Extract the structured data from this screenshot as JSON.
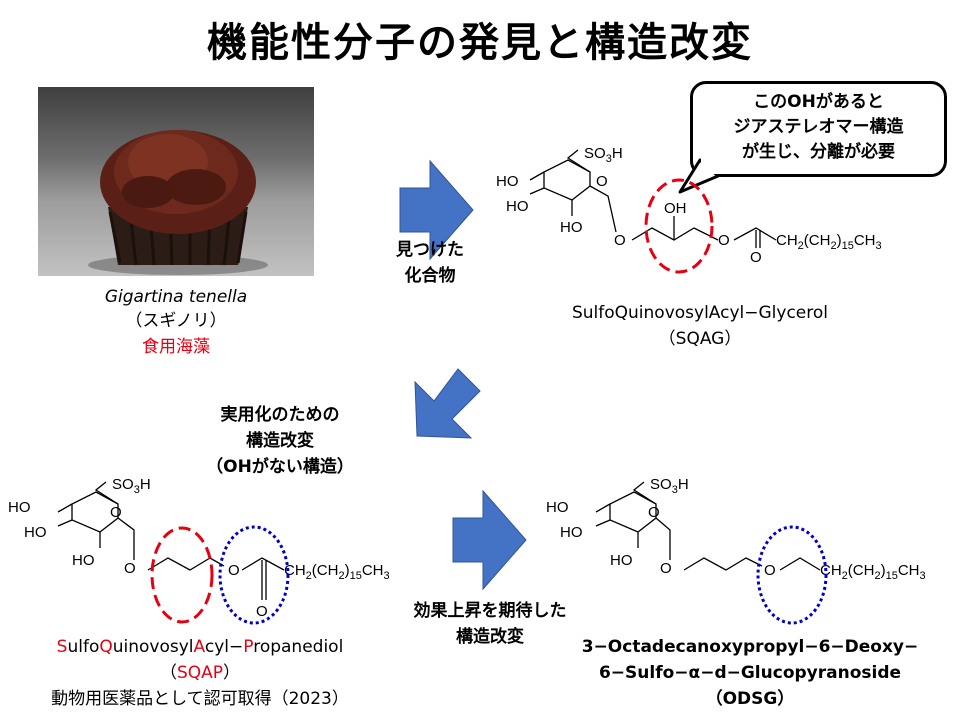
{
  "slide": {
    "title": "機能性分子の発見と構造改変",
    "seaweed": {
      "species": "Gigartina tenella",
      "common": "（スギノリ）",
      "category": "食用海藻"
    },
    "arrow_found": {
      "line1": "見つけた",
      "line2": "化合物"
    },
    "callout": {
      "line1": "このOHがあると",
      "line2": "ジアステレオマー構造",
      "line3": "が生じ、分離が必要"
    },
    "sqag": {
      "name": "SulfoQuinovosylAcyl−Glycerol",
      "abbr": "（SQAG）"
    },
    "modification": {
      "line1": "実用化のための",
      "line2": "構造改変",
      "line3": "（OHがない構造）"
    },
    "sqap": {
      "name_parts": [
        "S",
        "ulfo",
        "Q",
        "uinovosyl",
        "A",
        "cyl−",
        "P",
        "ropanediol"
      ],
      "abbr_open": "（",
      "abbr": "SQAP",
      "abbr_close": "）",
      "note": "動物用医薬品として認可取得（2023）"
    },
    "effect": {
      "line1": "効果上昇を期待した",
      "line2": "構造改変"
    },
    "odsg": {
      "line1": "3−Octadecanoxypropyl−6−Deoxy−",
      "line2": "6−Sulfo−α−d−Glucopyranoside",
      "line3": "（ODSG）"
    },
    "chem": {
      "so3h": "SO",
      "so3h_sub": "3",
      "so3h_h": "H",
      "ho": "HO",
      "o": "O",
      "oh": "OH",
      "chain_a": "CH",
      "sub2": "2",
      "chain_b": "(CH",
      "chain_c": ")",
      "sub15": "15",
      "chain_d": "CH",
      "sub3": "3"
    },
    "colors": {
      "red": "#e60012",
      "blue": "#4472c4",
      "dotted_blue": "#0000cc"
    }
  }
}
